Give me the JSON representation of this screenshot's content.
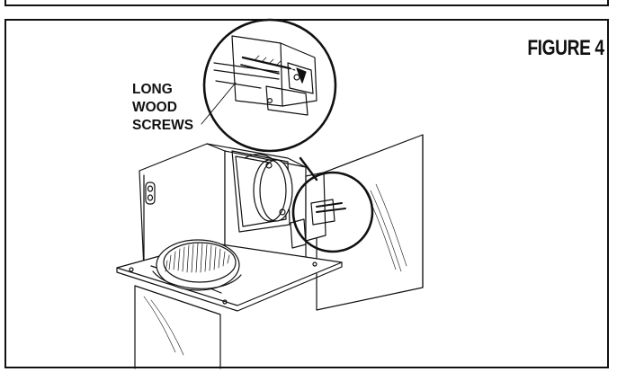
{
  "figure": {
    "title": "FIGURE 4",
    "callout": {
      "lines": [
        "LONG",
        "WOOD",
        "SCREWS"
      ]
    }
  },
  "icons": {
    "main": "fan-housing-illustration",
    "detail": "screw-mount-detail-magnifier"
  },
  "colors": {
    "line": "#111111",
    "background": "#ffffff"
  }
}
